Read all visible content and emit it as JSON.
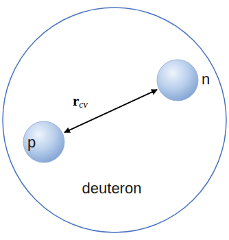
{
  "diagram": {
    "nodes": [
      {
        "text": [
          "deuteron"
        ]
      },
      {
        "text": [
          "p"
        ],
        "in": 0
      },
      {
        "text": [
          "n"
        ],
        "in": 0
      }
    ],
    "edges": [
      {
        "from": 1,
        "to": 2,
        "arrow": "both",
        "label": "rcv"
      }
    ]
  }
}
